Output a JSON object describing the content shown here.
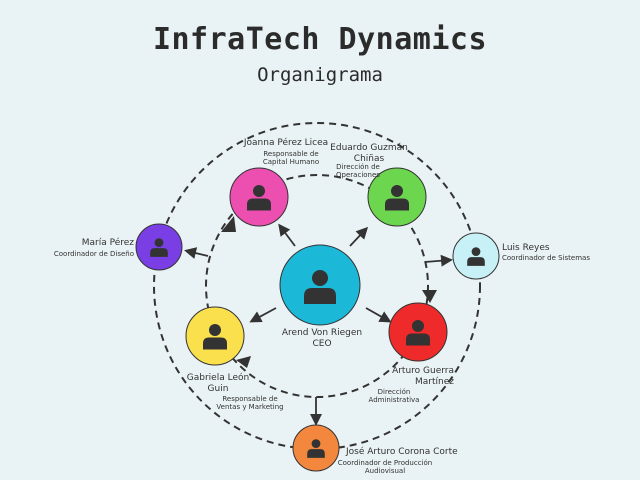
{
  "title": "InfraTech Dynamics",
  "subtitle": "Organigrama",
  "colors": {
    "background": "#e9f2f4",
    "ceo": "#1cb8d8",
    "capital_humano": "#ec4fb0",
    "operaciones": "#6cd64e",
    "administrativa": "#ee2a2a",
    "ventas": "#fbe04e",
    "diseno": "#7a3fe4",
    "sistemas": "#c7f1f7",
    "produccion": "#f2873d",
    "icon": "#333333"
  },
  "nodes": {
    "ceo": {
      "name": "Arend  Von Riegen",
      "role": "CEO"
    },
    "capital_humano": {
      "name": "Joanna Pérez Licea",
      "role": "Responsable  de Capital Humano"
    },
    "operaciones": {
      "name": "Eduardo Guzmán Chiñas",
      "role": "Dirección de Operaciones"
    },
    "administrativa": {
      "name": "Arturo Guerra Martínez",
      "role": "Dirección Administrativa"
    },
    "ventas": {
      "name": "Gabriela León Guin",
      "role": "Responsable de Ventas y Marketing"
    },
    "diseno": {
      "name": "María Pérez",
      "role": "Coordinador de Diseño"
    },
    "sistemas": {
      "name": "Luis Reyes",
      "role": "Coordinador de Sistemas"
    },
    "produccion": {
      "name": "José Arturo Corona Corte",
      "role": "Coordinador de Producción Audiovisual"
    }
  }
}
